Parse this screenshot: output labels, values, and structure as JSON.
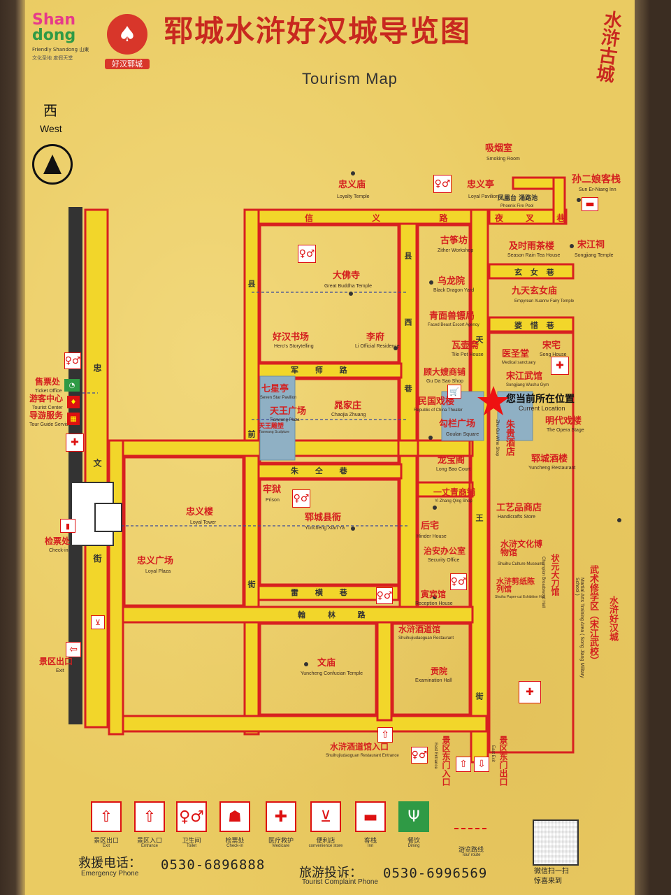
{
  "header": {
    "title": "郓城水浒好汉城导览图",
    "subtitle": "Tourism Map",
    "logo_shandong": "Friendly Shandong 山東",
    "logo_shandong_sub": "文化圣地 度假天堂",
    "logo_haohan": "好汉郓城",
    "seal_text": "水浒古城"
  },
  "compass": {
    "cn": "西",
    "en": "West",
    "icon": "compass-arrow-icon"
  },
  "roads": {
    "xinyi": "信 义 路",
    "yexia": "夜 叉 巷",
    "xuanwu": "玄 女 巷",
    "poxi": "婆 惜 巷",
    "junshi": "军 师 路",
    "zhuquan": "朱 仝 巷",
    "leiheng": "雷 横 巷",
    "hanlin": "翰 林 路",
    "zhongyi_street": "忠 文 街",
    "xian_qian": "县 前 街",
    "xian_xi": "县 西 巷",
    "tianwang": "天 王 街"
  },
  "places": {
    "p1": {
      "cn": "吸烟室",
      "en": "Smoking Room"
    },
    "p2": {
      "cn": "忠义庙",
      "en": "Loyalty Temple"
    },
    "p3": {
      "cn": "忠义亭",
      "en": "Loyal Pavilion"
    },
    "p4": {
      "cn": "孙二娘客栈",
      "en": "Sun Er-Niang Inn"
    },
    "p5": {
      "cn": "凤凰台 涌路池",
      "en": "Phoenix Fire Pool"
    },
    "p6": {
      "cn": "古筝坊",
      "en": "Zither Workshop"
    },
    "p7": {
      "cn": "及时雨茶楼",
      "en": "Season Rain Tea House"
    },
    "p8": {
      "cn": "宋江祠",
      "en": "Songjiang Temple"
    },
    "p9": {
      "cn": "大佛寺",
      "en": "Great Buddha Temple"
    },
    "p10": {
      "cn": "乌龙院",
      "en": "Black Dragon Yard"
    },
    "p11": {
      "cn": "九天玄女庙",
      "en": "Empyrean Xuannv Fairy Temple"
    },
    "p12": {
      "cn": "青面兽镖局",
      "en": "Faced Beast Escort Agency"
    },
    "p13": {
      "cn": "好汉书场",
      "en": "Hero's Storytelling"
    },
    "p14": {
      "cn": "李府",
      "en": "Li Official Residence"
    },
    "p15": {
      "cn": "瓦壶斋",
      "en": "Tile Pot House"
    },
    "p16": {
      "cn": "宋宅",
      "en": "Song House"
    },
    "p17": {
      "cn": "医圣堂",
      "en": "Medical sanctuary"
    },
    "p18": {
      "cn": "顾大嫂商铺",
      "en": "Gu Da Sao Shop"
    },
    "p19": {
      "cn": "宋江武馆",
      "en": "Songjiang Wushu Gym"
    },
    "p20": {
      "cn": "七星亭",
      "en": "Seven Star Pavilion"
    },
    "p21": {
      "cn": "天王广场",
      "en": "Tianwang Plaza"
    },
    "p22": {
      "cn": "天王雕塑",
      "en": "Tianwang Sculpture"
    },
    "p23": {
      "cn": "晁家庄",
      "en": "Chaojia Zhuang"
    },
    "p24": {
      "cn": "民国戏楼",
      "en": "Republic of China Theater"
    },
    "p25": {
      "cn": "勾栏广场",
      "en": "Goulan Square"
    },
    "p26": {
      "cn": "您当前所在位置",
      "en": "Current Location"
    },
    "p27": {
      "cn": "朱贵酒店",
      "en": "Zhu Gui Wine Shop"
    },
    "p28": {
      "cn": "明代戏楼",
      "en": "The Opera Stage"
    },
    "p29": {
      "cn": "龙宝阁",
      "en": "Long Bao Court"
    },
    "p30": {
      "cn": "郓城酒楼",
      "en": "Yuncheng Restaurant"
    },
    "p31": {
      "cn": "售票处",
      "en": "Ticket Office"
    },
    "p32": {
      "cn": "游客中心",
      "en": "Tourist Center"
    },
    "p33": {
      "cn": "导游服务",
      "en": "Tour Guide Service"
    },
    "p34": {
      "cn": "牢狱",
      "en": "Prison"
    },
    "p35": {
      "cn": "一丈青商铺",
      "en": "Yi Zhang Qing Shop"
    },
    "p36": {
      "cn": "忠义楼",
      "en": "Loyal Tower"
    },
    "p37": {
      "cn": "郓城县衙",
      "en": "Yuncheng Xian Ya"
    },
    "p38": {
      "cn": "工艺品商店",
      "en": "Handicrafts Store"
    },
    "p39": {
      "cn": "检票处",
      "en": "Check-in"
    },
    "p40": {
      "cn": "后宅",
      "en": "Hinder House"
    },
    "p41": {
      "cn": "水浒文化博物馆",
      "en": "Shuihu Culture Museum"
    },
    "p42": {
      "cn": "治安办公室",
      "en": "Security Office"
    },
    "p43": {
      "cn": "忠义广场",
      "en": "Loyal Plaza"
    },
    "p44": {
      "cn": "状元大刀馆",
      "en": "Champion Broadsword Hall"
    },
    "p45": {
      "cn": "水浒剪纸陈列馆",
      "en": "Shuihu Paper-cut Exhibition Hall"
    },
    "p46": {
      "cn": "武术修学区（宋江武校）",
      "en": "Martial Arts Training Area ( Song Jiang Military School )"
    },
    "p47": {
      "cn": "寅宾馆",
      "en": "Reception House"
    },
    "p48": {
      "cn": "水浒好汉城",
      "en": ""
    },
    "p49": {
      "cn": "水浒酒道馆",
      "en": "Shuihujiudaoguan Restaurant"
    },
    "p50": {
      "cn": "贡院",
      "en": "Examination Hall"
    },
    "p51": {
      "cn": "景区出口",
      "en": "Exit"
    },
    "p52": {
      "cn": "文庙",
      "en": "Yuncheng Confucian Temple"
    },
    "p53": {
      "cn": "水浒酒道馆入口",
      "en": "Shuihujiudaoguan Restaurant Entrance"
    },
    "p54": {
      "cn": "景区东门入口",
      "en": "East Entrance"
    },
    "p55": {
      "cn": "景区东门出口",
      "en": "East Exit"
    }
  },
  "legend": [
    {
      "cn": "景区出口",
      "en": "Exit",
      "icon": "exit-icon"
    },
    {
      "cn": "景区入口",
      "en": "Entrance",
      "icon": "entrance-icon"
    },
    {
      "cn": "卫生间",
      "en": "Toilet",
      "icon": "toilet-icon"
    },
    {
      "cn": "检票处",
      "en": "Check-in",
      "icon": "checkin-icon"
    },
    {
      "cn": "医疗救护",
      "en": "Medicare",
      "icon": "medical-cross-icon"
    },
    {
      "cn": "便利店",
      "en": "convenience store",
      "icon": "shopping-cart-icon"
    },
    {
      "cn": "客栈",
      "en": "Inn",
      "icon": "bed-icon"
    },
    {
      "cn": "餐饮",
      "en": "Dining",
      "icon": "fork-knife-icon"
    },
    {
      "cn": "游览路线",
      "en": "Tour route",
      "icon": "route-arrow-icon"
    }
  ],
  "contact": {
    "emergency_label": "救援电话：",
    "emergency_en": "Emergency Phone",
    "emergency_number": "0530-6896888",
    "complaint_label": "旅游投诉：",
    "complaint_en": "Tourist Complaint Phone",
    "complaint_number": "0530-6996569",
    "qr_caption1": "微信扫一扫",
    "qr_caption2": "惊喜来到"
  },
  "colors": {
    "road": "#f2d62a",
    "road_border": "#d82020",
    "text_red": "#d41f1f",
    "plaza": "#8fb0c4"
  }
}
